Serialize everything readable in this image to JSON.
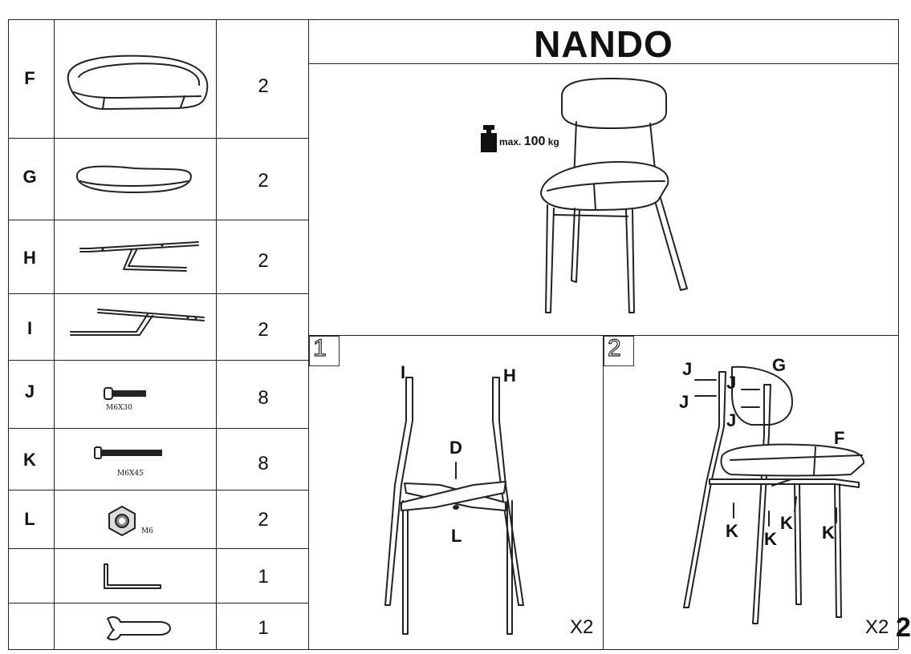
{
  "title": "NANDO",
  "max_load": {
    "prefix": "max.",
    "value": "100",
    "unit": "kg"
  },
  "parts": [
    {
      "letter": "F",
      "qty": "2",
      "code": ""
    },
    {
      "letter": "G",
      "qty": "2",
      "code": ""
    },
    {
      "letter": "H",
      "qty": "2",
      "code": ""
    },
    {
      "letter": "I",
      "qty": "2",
      "code": ""
    },
    {
      "letter": "J",
      "qty": "8",
      "code": "M6X30"
    },
    {
      "letter": "K",
      "qty": "8",
      "code": "M6X45"
    },
    {
      "letter": "L",
      "qty": "2",
      "code": "M6"
    },
    {
      "letter": "",
      "qty": "1",
      "code": ""
    },
    {
      "letter": "",
      "qty": "1",
      "code": ""
    }
  ],
  "steps": [
    {
      "number": "1",
      "multiplier": "X2",
      "labels": [
        "I",
        "H",
        "D",
        "L"
      ]
    },
    {
      "number": "2",
      "multiplier": "X2",
      "labels": [
        "J",
        "G",
        "J",
        "J",
        "J",
        "F",
        "K",
        "K",
        "K",
        "K"
      ]
    }
  ],
  "page_fragment": "2"
}
